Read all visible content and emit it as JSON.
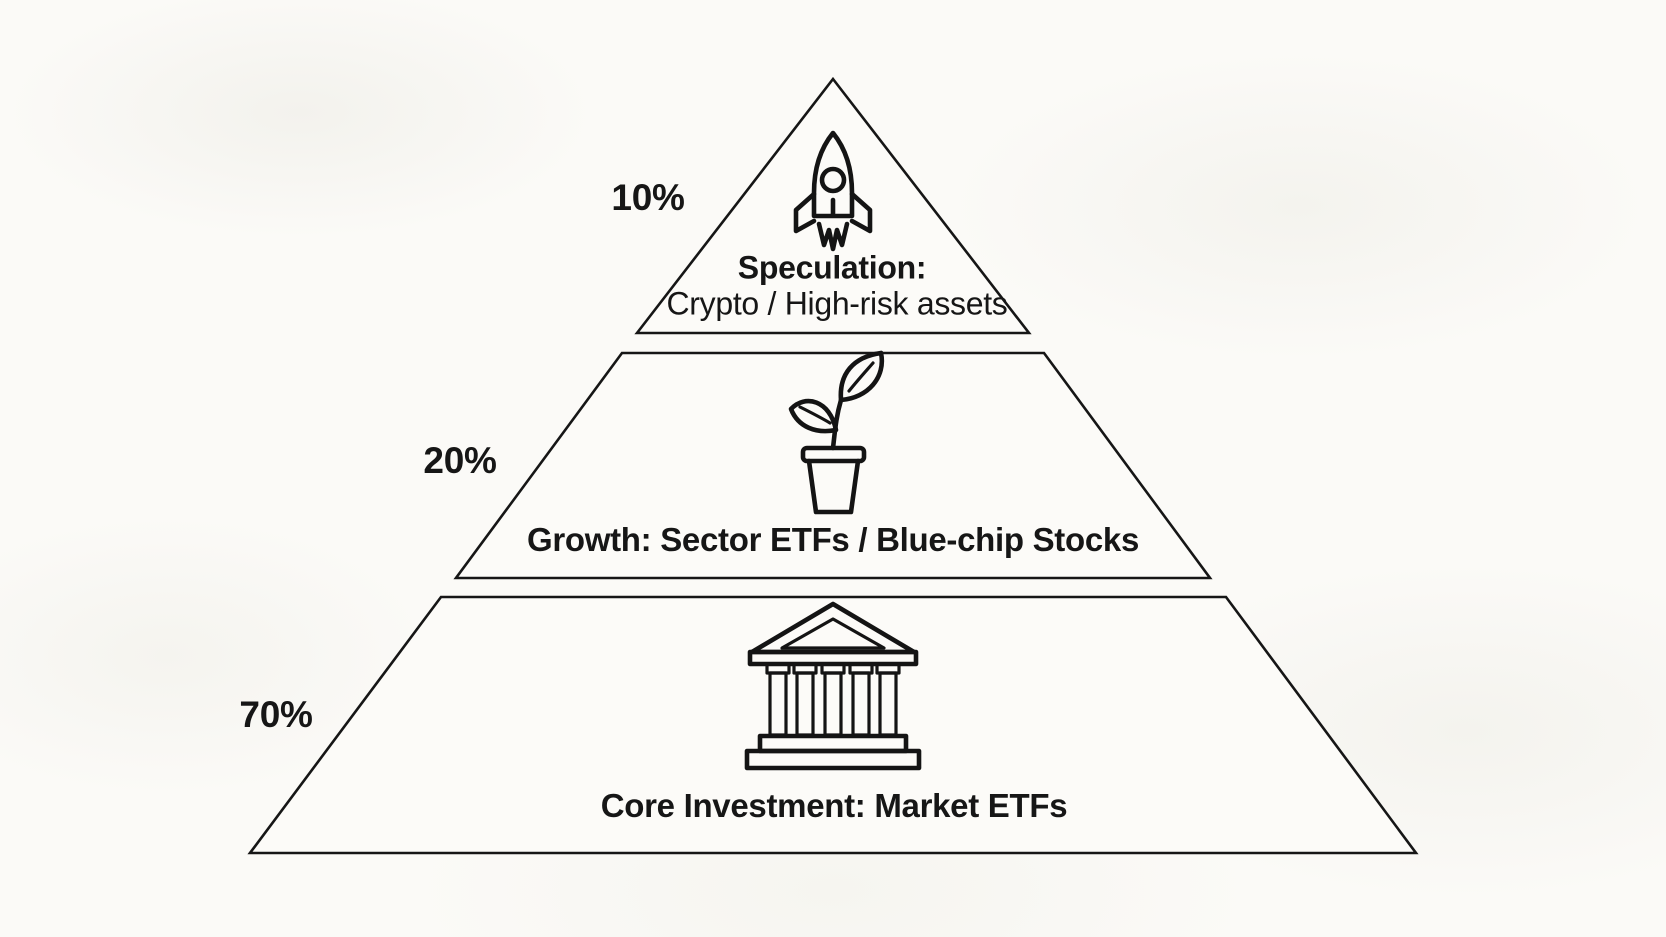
{
  "diagram": {
    "type": "allocation-pyramid",
    "tiers": [
      {
        "id": "speculation",
        "percent": "10%",
        "icon": "rocket-icon",
        "title": "Speculation:",
        "subtitle": "Crypto / High-risk assets"
      },
      {
        "id": "growth",
        "percent": "20%",
        "icon": "plant-icon",
        "title": "Growth: Sector ETFs / Blue-chip Stocks"
      },
      {
        "id": "core",
        "percent": "70%",
        "icon": "bank-icon",
        "title": "Core Investment: Market ETFs"
      }
    ]
  },
  "chart_data": {
    "type": "pyramid",
    "levels": [
      {
        "label": "Speculation: Crypto / High-risk assets",
        "percent": 10
      },
      {
        "label": "Growth: Sector ETFs / Blue-chip Stocks",
        "percent": 20
      },
      {
        "label": "Core Investment: Market ETFs",
        "percent": 70
      }
    ],
    "legend": "none",
    "orientation": "apex-top"
  },
  "colors": {
    "background": "#fbfaf7",
    "line": "#161616",
    "text": "#161616"
  }
}
